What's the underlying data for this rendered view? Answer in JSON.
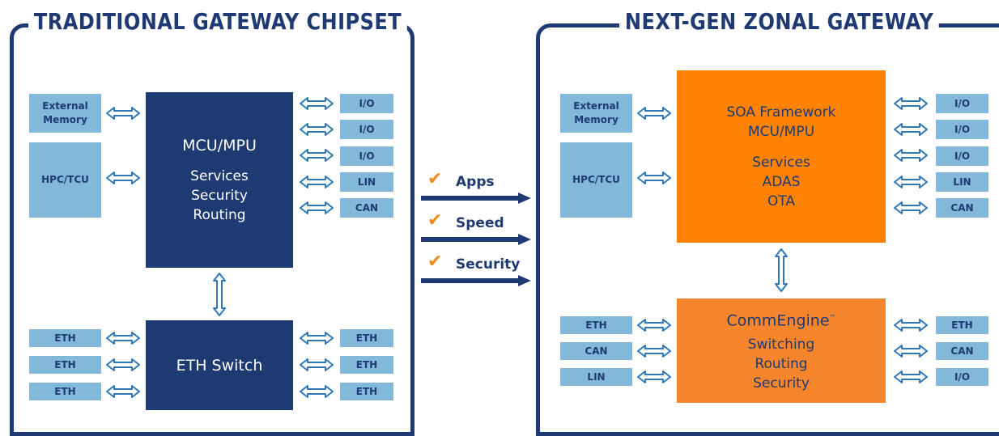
{
  "left": {
    "title": "TRADITIONAL GATEWAY CHIPSET",
    "external_memory": "External\nMemory",
    "hpc": "HPC/TCU",
    "mcu": {
      "title": "MCU/MPU",
      "lines": [
        "Services",
        "Security",
        "Routing"
      ]
    },
    "switch": "ETH Switch",
    "io": [
      "I/O",
      "I/O",
      "I/O",
      "LIN",
      "CAN"
    ],
    "eth_left": [
      "ETH",
      "ETH",
      "ETH"
    ],
    "eth_right": [
      "ETH",
      "ETH",
      "ETH"
    ]
  },
  "middle": {
    "flows": [
      {
        "label": "Apps"
      },
      {
        "label": "Speed"
      },
      {
        "label": "Security"
      }
    ],
    "check_glyph": "✔",
    "arrow_color": "#1f3a73",
    "check_color": "#f18a1c"
  },
  "right": {
    "title": "NEXT-GEN ZONAL GATEWAY",
    "external_memory": "External\nMemory",
    "hpc": "HPC/TCU",
    "soa": {
      "title_lines": [
        "SOA Framework",
        "MCU/MPU"
      ],
      "lines": [
        "Services",
        "ADAS",
        "OTA"
      ]
    },
    "comm": {
      "title": "CommEngine",
      "tm": "™",
      "lines": [
        "Switching",
        "Routing",
        "Security"
      ]
    },
    "io": [
      "I/O",
      "I/O",
      "I/O",
      "LIN",
      "CAN"
    ],
    "bottom_left": [
      "ETH",
      "CAN",
      "LIN"
    ],
    "bottom_right": [
      "ETH",
      "CAN",
      "I/O"
    ]
  },
  "colors": {
    "navy": "#1e3a72",
    "light_blue": "#82b8d9",
    "orange": "#ff8200"
  }
}
